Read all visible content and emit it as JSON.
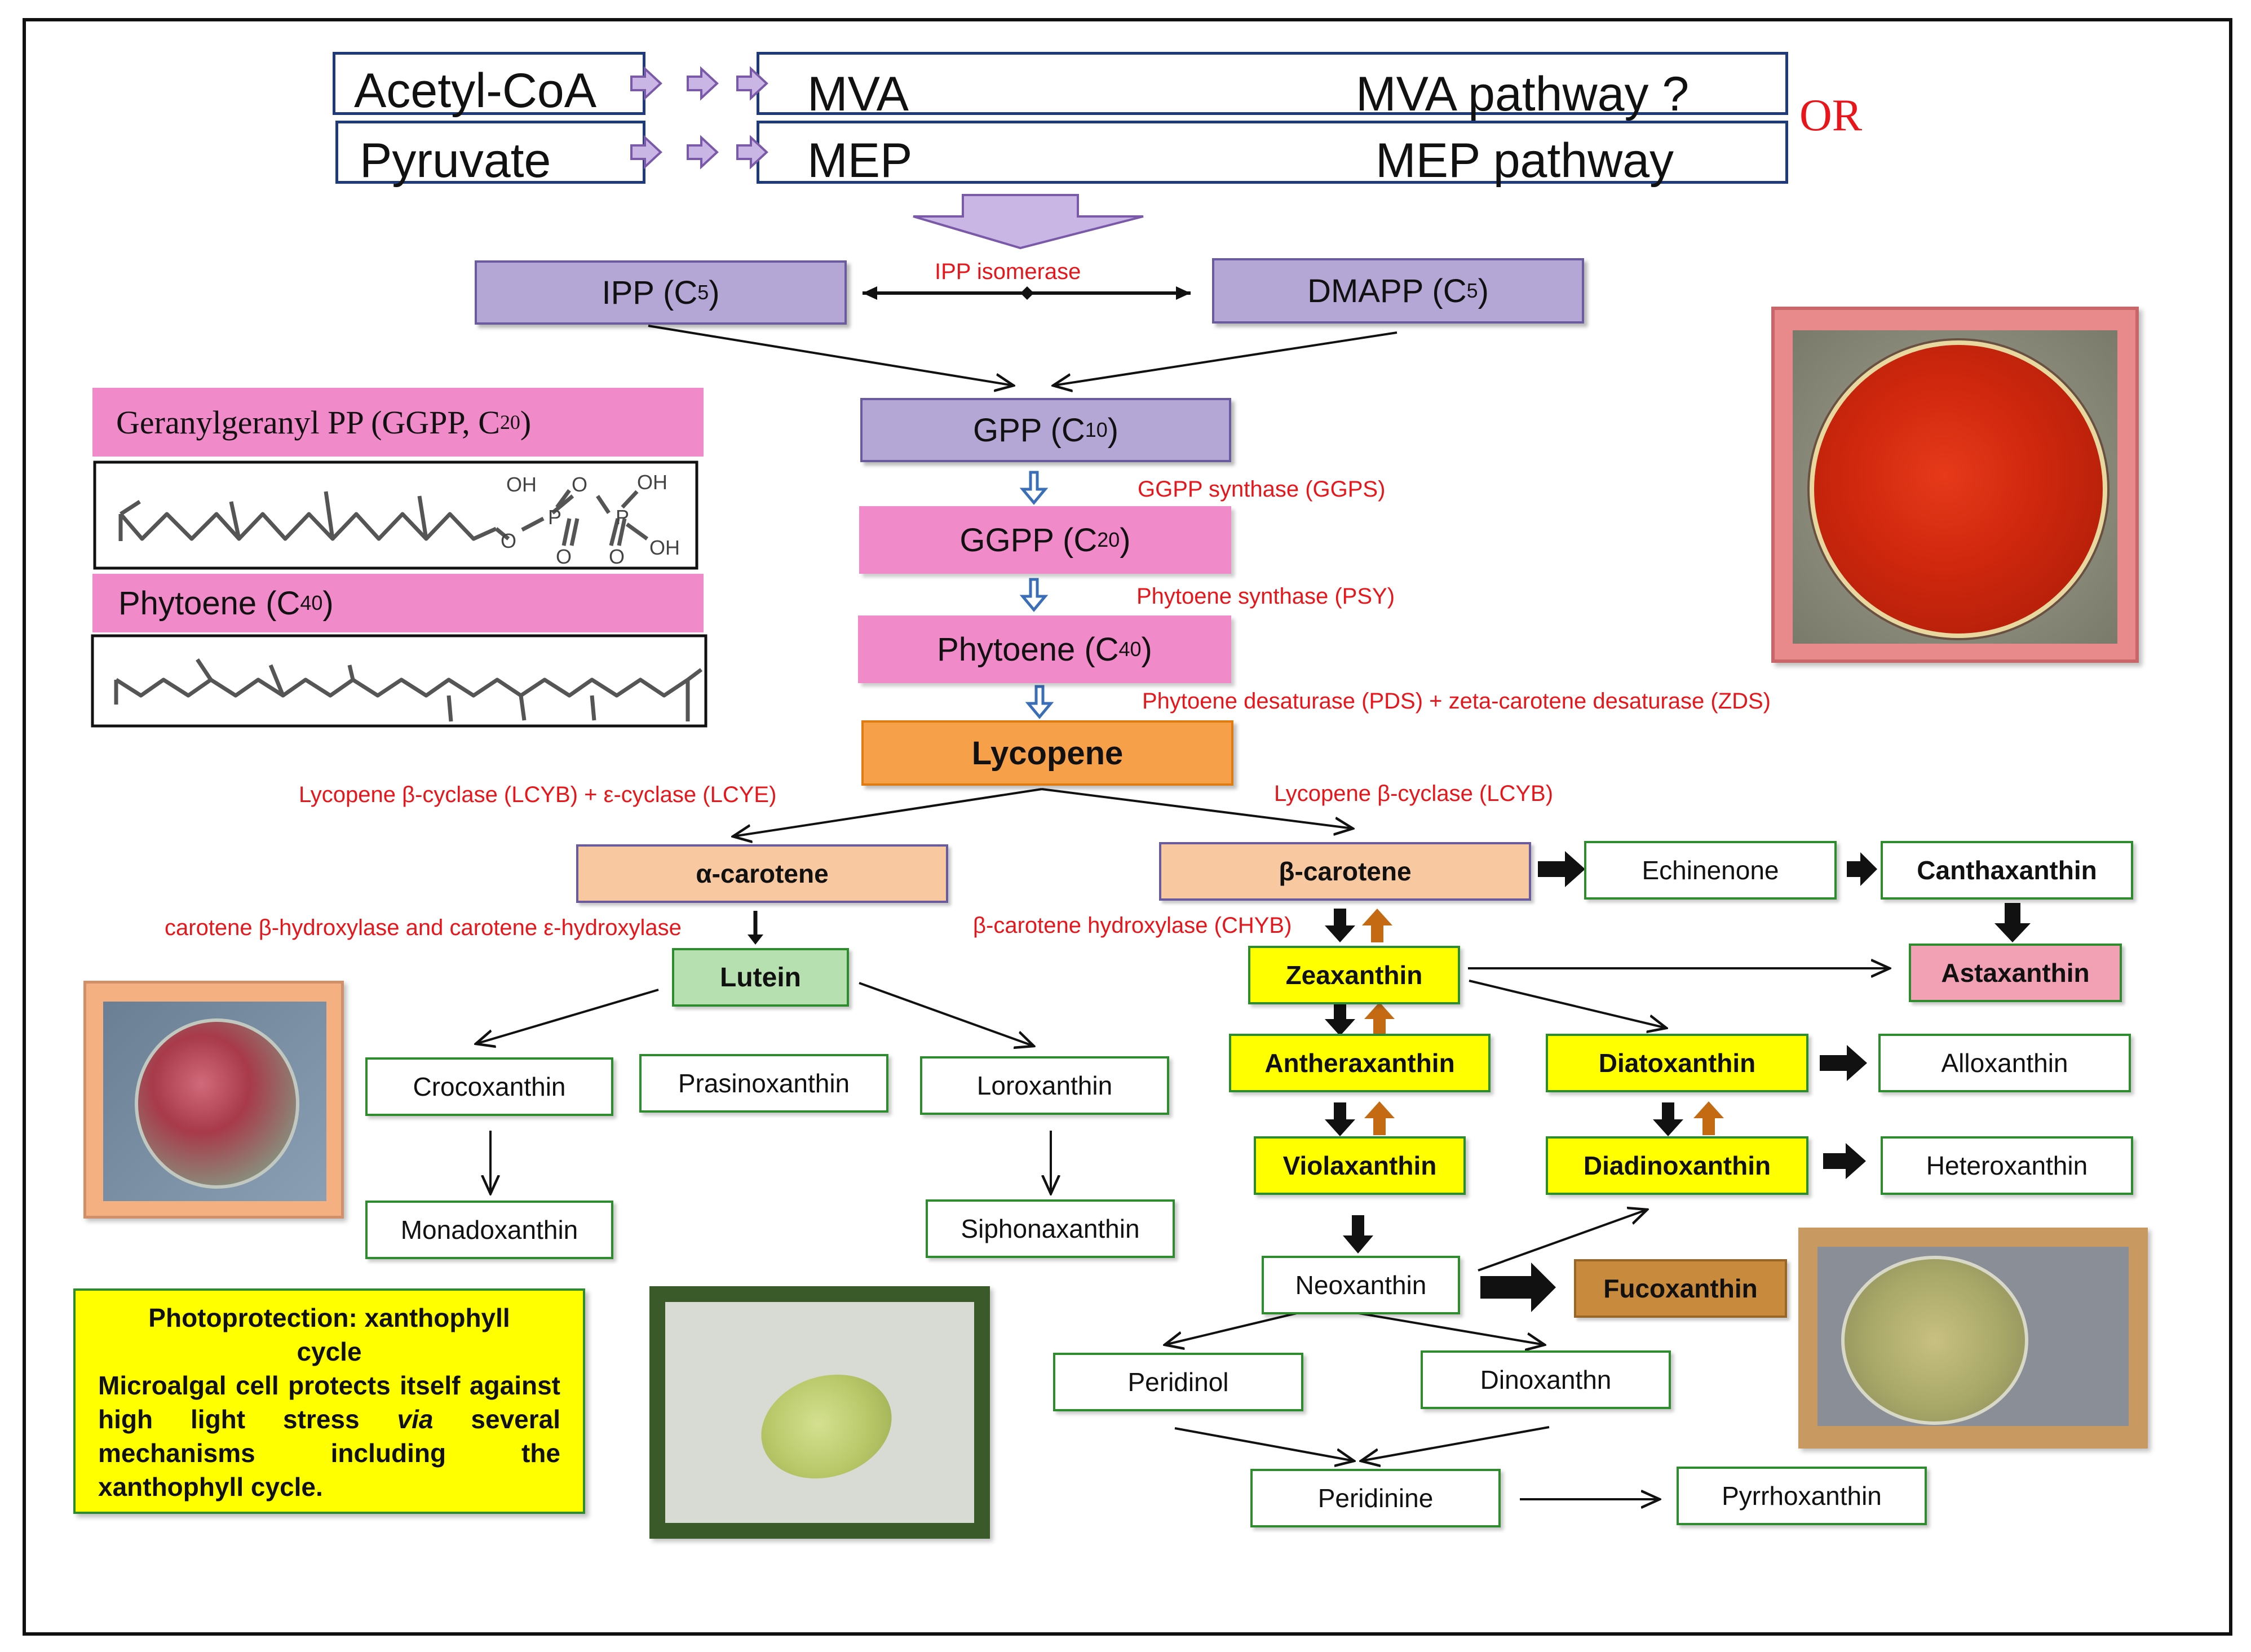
{
  "top": {
    "acetyl": "Acetyl-CoA",
    "pyruvate": "Pyruvate",
    "mva": "MVA",
    "mep": "MEP",
    "mva_pathway": "MVA pathway ?",
    "mep_pathway": "MEP pathway",
    "or": "OR"
  },
  "nodes": {
    "ipp": {
      "base": "IPP (C",
      "sub": "5",
      "tail": ")"
    },
    "dmapp": {
      "base": "DMAPP (C",
      "sub": "5",
      "tail": ")"
    },
    "gpp": {
      "base": "GPP (C",
      "sub": "10",
      "tail": ")"
    },
    "ggpp": {
      "base": "GGPP (C",
      "sub": "20",
      "tail": ")"
    },
    "phytoene": {
      "base": "Phytoene (C",
      "sub": "40",
      "tail": ")"
    },
    "lycopene": "Lycopene",
    "alpha_carotene": "α-carotene",
    "beta_carotene": "β-carotene",
    "lutein": "Lutein",
    "crocoxanthin": "Crocoxanthin",
    "prasinoxanthin": "Prasinoxanthin",
    "loroxanthin": "Loroxanthin",
    "monadoxanthin": "Monadoxanthin",
    "siphonaxanthin": "Siphonaxanthin",
    "echinenone": "Echinenone",
    "canthaxanthin": "Canthaxanthin",
    "astaxanthin": "Astaxanthin",
    "zeaxanthin": "Zeaxanthin",
    "antheraxanthin": "Antheraxanthin",
    "violaxanthin": "Violaxanthin",
    "diatoxanthin": "Diatoxanthin",
    "diadinoxanthin": "Diadinoxanthin",
    "alloxanthin": "Alloxanthin",
    "heteroxanthin": "Heteroxanthin",
    "neoxanthin": "Neoxanthin",
    "fucoxanthin": "Fucoxanthin",
    "peridinol": "Peridinol",
    "dinoxanthn": "Dinoxanthn",
    "peridinine": "Peridinine",
    "pyrrhoxanthin": "Pyrrhoxanthin"
  },
  "enzymes": {
    "ipp_isomerase": "IPP isomerase",
    "ggps": "GGPP synthase (GGPS)",
    "psy": "Phytoene synthase (PSY)",
    "pds_zds": "Phytoene desaturase (PDS) + zeta-carotene desaturase (ZDS)",
    "lcyb_lcye": "Lycopene β-cyclase (LCYB) + ε-cyclase (LCYE)",
    "lcyb": "Lycopene β-cyclase (LCYB)",
    "hydroxylases": "carotene β-hydroxylase and carotene ε-hydroxylase",
    "chyb": "β-carotene hydroxylase (CHYB)"
  },
  "structures": {
    "ggpp_label": {
      "base": "Geranylgeranyl PP (GGPP, C",
      "sub": "20",
      "tail": ")"
    },
    "phytoene_label": {
      "base": "Phytoene (C",
      "sub": "40",
      "tail": ")"
    },
    "oh1": "OH",
    "o1": "O",
    "oh2": "OH",
    "oh3": "OH",
    "p1": "P",
    "p2": "P",
    "o2": "O",
    "o3": "O",
    "o4": "O",
    "o5": "O"
  },
  "note": {
    "title": "Photoprotection: xanthophyll cycle",
    "body_part1": "Microalgal cell protects itself against high light stress ",
    "body_via": "via",
    "body_part2": " several mechanisms including the xanthophyll cycle."
  },
  "colors": {
    "purple_box": "#b4a7d6",
    "pink_box": "#f08ac8",
    "lycopene_orange": "#f7a04a",
    "peach": "#f8c8a0",
    "yellow": "#ffff00",
    "green_border": "#2e8b2e",
    "enzyme_red": "#e8161a",
    "navy": "#1f3a7a"
  }
}
